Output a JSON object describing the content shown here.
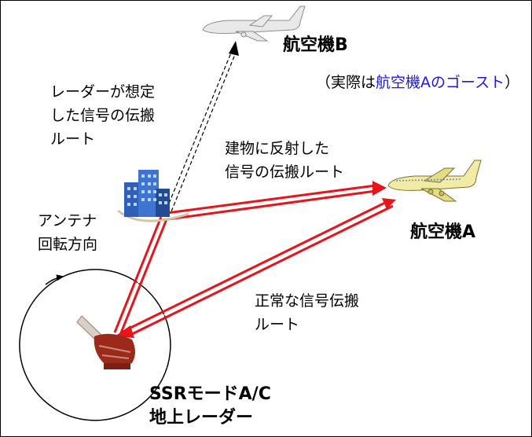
{
  "labels": {
    "aircraft_b": "航空機B",
    "ghost_note_open": "（実際は",
    "ghost_note_highlight": "航空機Aのゴースト",
    "ghost_note_close": "）",
    "radar_assumed_path_line1": "レーダーが想定",
    "radar_assumed_path_line2": "した信号の伝搬",
    "radar_assumed_path_line3": "ルート",
    "reflected_path_line1": "建物に反射した",
    "reflected_path_line2": "信号の伝搬ルート",
    "aircraft_a": "航空機A",
    "antenna_rotation_line1": "アンテナ",
    "antenna_rotation_line2": "回転方向",
    "normal_path_line1": "正常な信号伝搬",
    "normal_path_line2": "ルート",
    "ground_radar_line1": "SSRモードA/C",
    "ground_radar_line2": "地上レーダー"
  },
  "colors": {
    "signal_path": "#e8141b",
    "assumed_path": "#000000",
    "highlight_text": "#1c17e6",
    "building": "#2f5fb8",
    "radar": "#9b2a1a"
  },
  "icons": {
    "aircraft_a": "airliner-icon",
    "aircraft_b": "airliner-icon",
    "building": "building-icon",
    "radar": "radar-antenna-icon"
  }
}
